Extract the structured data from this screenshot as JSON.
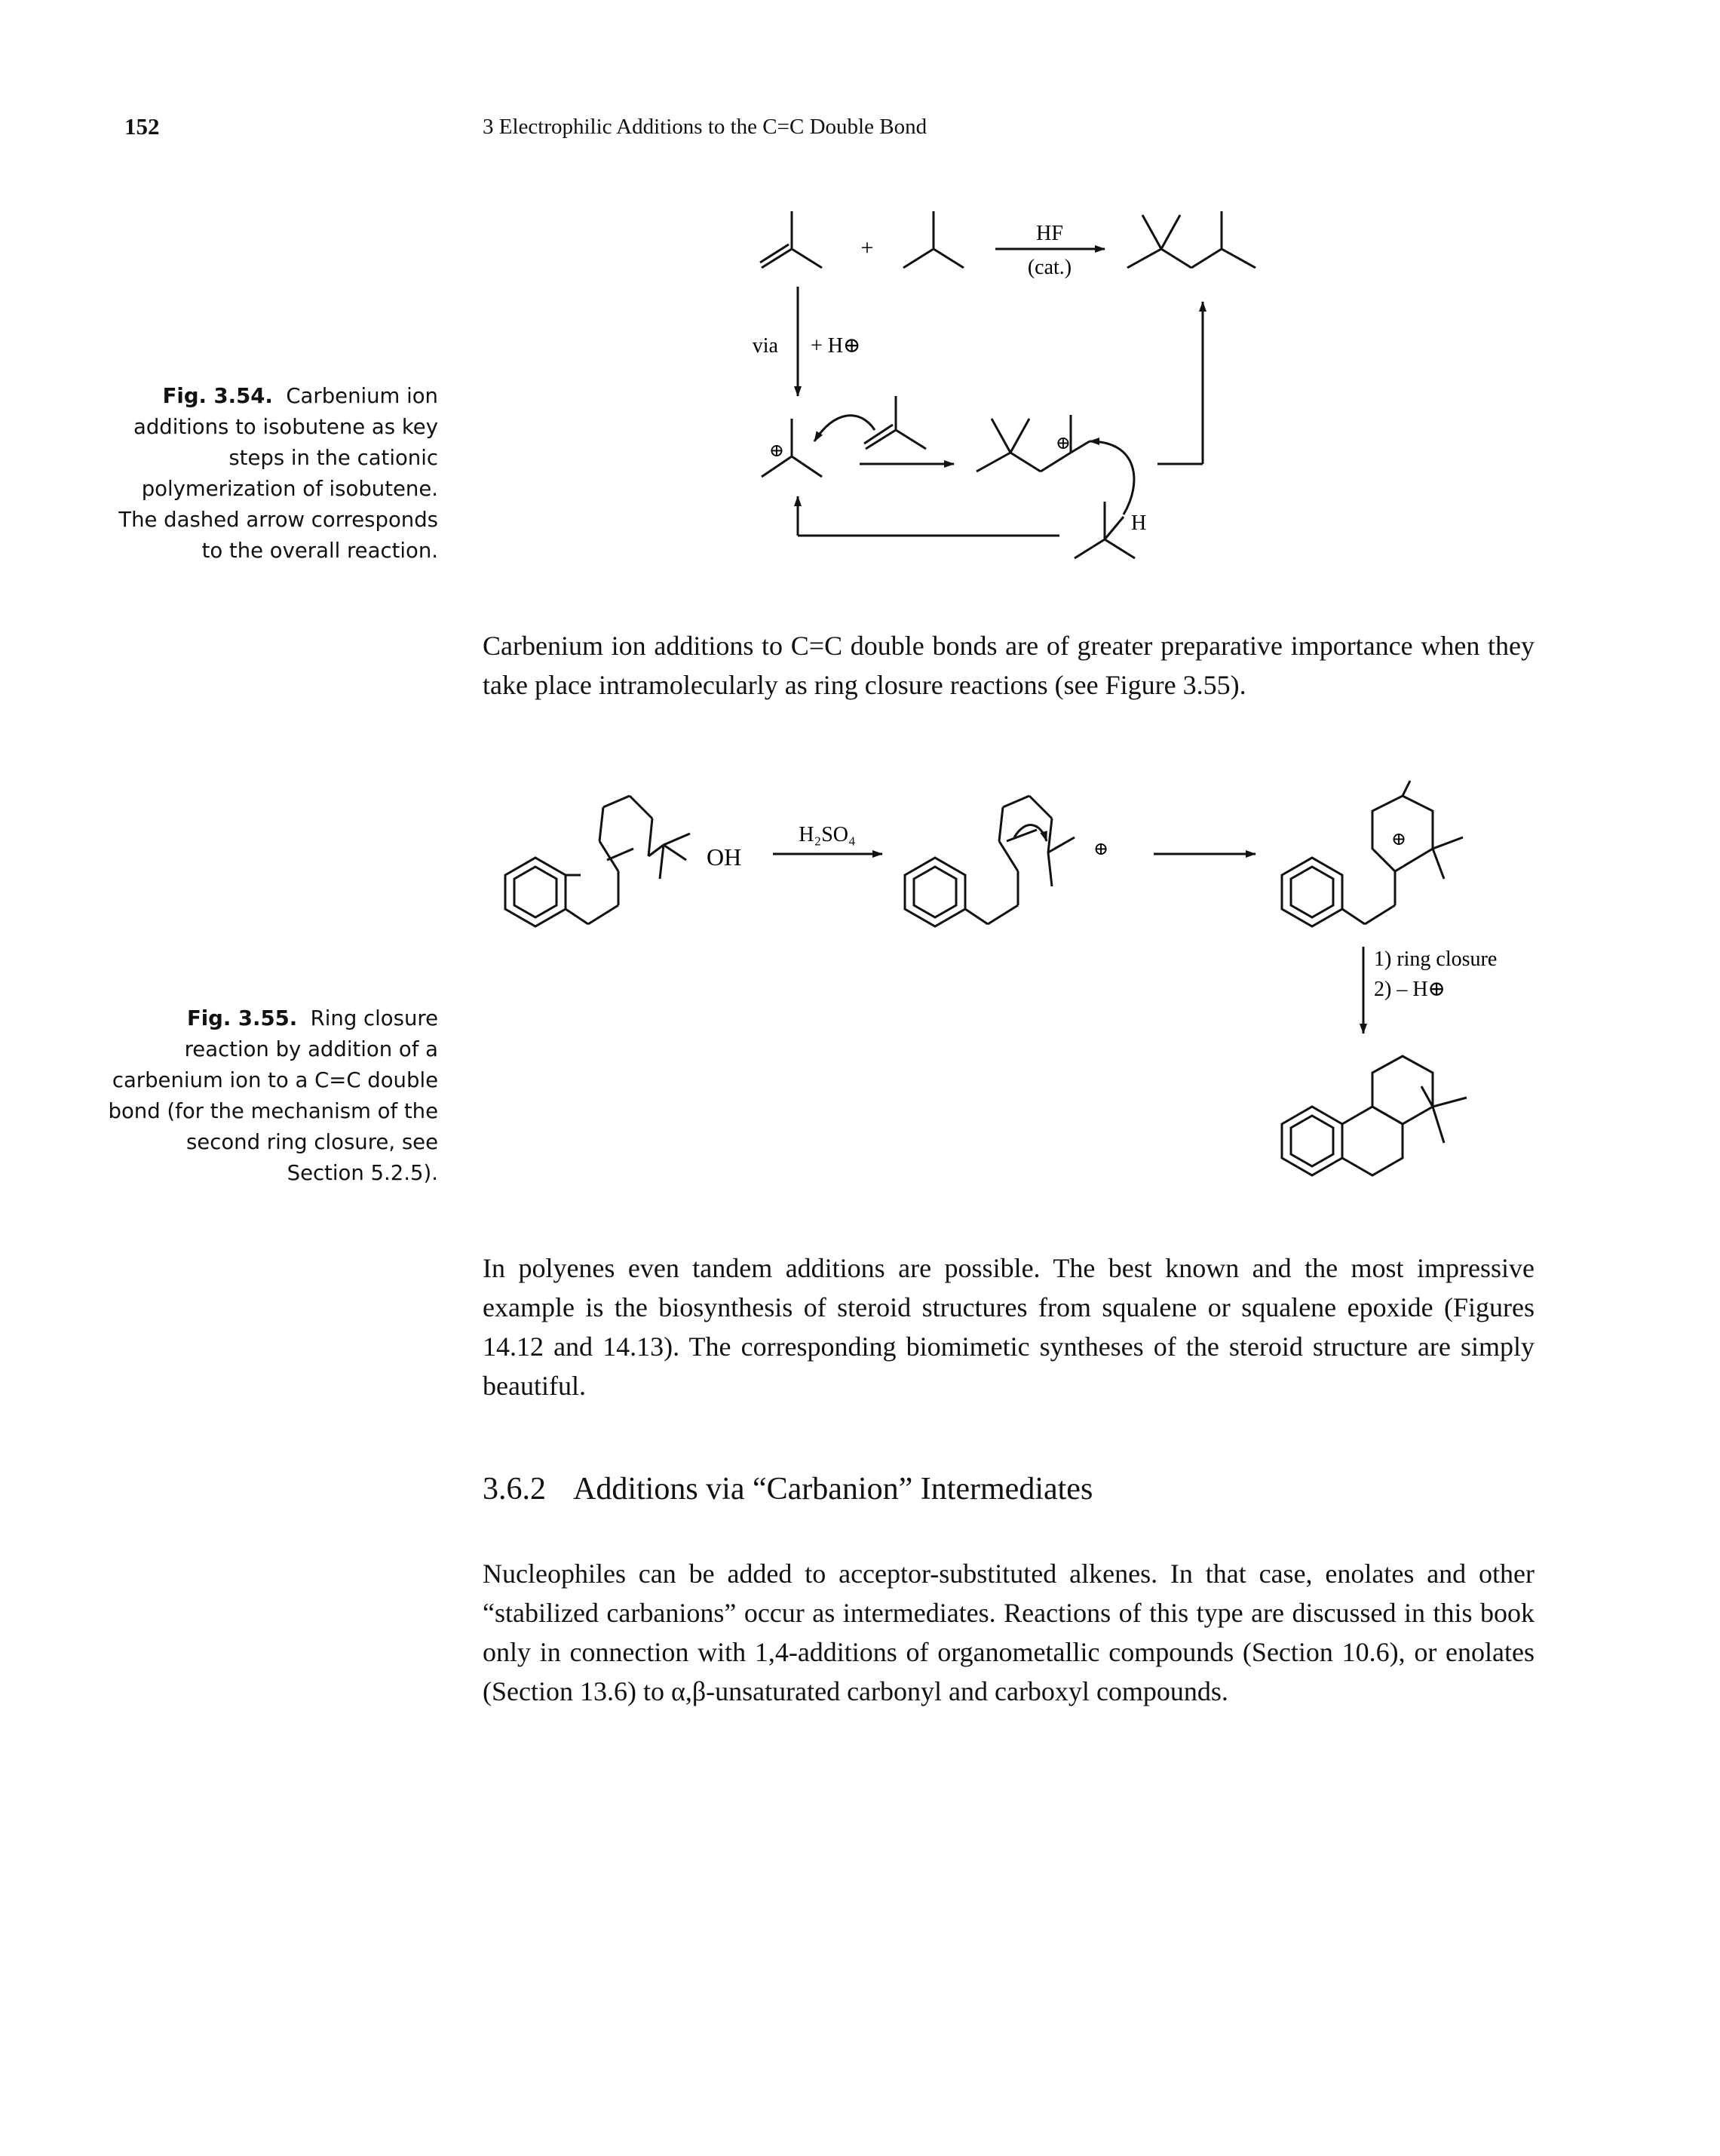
{
  "header": {
    "page_number": "152",
    "running_head": "3 Electrophilic Additions to the C=C Double Bond"
  },
  "figures": [
    {
      "label": "Fig. 3.54.",
      "caption": "Carbenium ion additions to isobutene as key steps in the cationic polymerization of isobutene. The dashed arrow corresponds to the overall reaction.",
      "scheme_labels": {
        "plus": "+",
        "reagent_top": "HF",
        "reagent_bottom": "(cat.)",
        "via": "via",
        "proton": "+ H⊕",
        "hydrogen": "H",
        "cation_symbol": "⊕"
      }
    },
    {
      "label": "Fig. 3.55.",
      "caption": "Ring closure reaction by addition of a carbenium ion to a C=C double bond (for the mechanism of the second ring closure, see Section 5.2.5).",
      "scheme_labels": {
        "hydroxyl": "OH",
        "reagent": "H₂SO₄",
        "step_1": "1) ring closure",
        "step_2": "2) – H⊕",
        "cation_symbol": "⊕"
      }
    }
  ],
  "paragraphs": [
    "Carbenium ion additions to C=C double bonds are of greater preparative importance when they take place intramolecularly as ring closure reactions (see Figure 3.55).",
    "In polyenes even tandem additions are possible. The best known and the most impressive example is the biosynthesis of steroid structures from squalene or squalene epoxide (Figures 14.12 and 14.13). The corresponding biomimetic syntheses of the steroid structure are simply beautiful.",
    "Nucleophiles can be added to acceptor-substituted alkenes. In that case, enolates and other “stabilized carbanions” occur as intermediates. Reactions of this type are discussed in this book only in connection with 1,4-additions of organometallic compounds (Section 10.6), or enolates (Section 13.6) to α,β-unsaturated carbonyl and carboxyl compounds."
  ],
  "section": {
    "number": "3.6.2",
    "title": "Additions via “Carbanion” Intermediates"
  }
}
